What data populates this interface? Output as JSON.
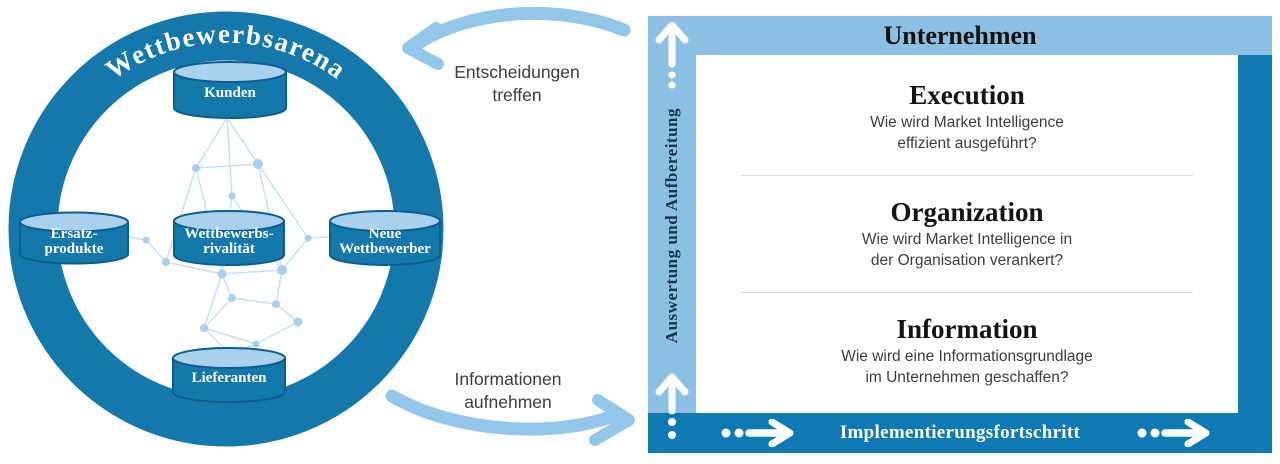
{
  "colors": {
    "dark_blue": "#1478ab",
    "frame_blue": "#0f79b3",
    "light_blue": "#8cc0e3",
    "arrow_blue": "#93c7ea",
    "cylinder_top_blue": "#a9d0ec",
    "network_line_blue": "#c8dfef",
    "navy_text": "#14334f",
    "body_text": "#3d3d3d"
  },
  "arena": {
    "title": "Wettbewerbsarena",
    "cylinders": {
      "kunden": {
        "label": "Kunden"
      },
      "ersatzprodukte": {
        "line1": "Ersatz-",
        "line2": "produkte"
      },
      "rivalitaet": {
        "line1": "Wettbewerbs-",
        "line2": "rivalität"
      },
      "neue_wettbewerber": {
        "line1": "Neue",
        "line2": "Wettbewerber"
      },
      "lieferanten": {
        "label": "Lieferanten"
      }
    }
  },
  "flows": {
    "decisions": {
      "line1": "Entscheidungen",
      "line2": "treffen"
    },
    "information": {
      "line1": "Informationen",
      "line2": "aufnehmen"
    }
  },
  "framework": {
    "title": "Unternehmen",
    "y_axis_label": "Auswertung und Aufbereitung",
    "x_axis_label": "Implementierungsfortschritt",
    "sections": [
      {
        "title": "Execution",
        "question_line1": "Wie wird Market Intelligence",
        "question_line2": "effizient ausgeführt?"
      },
      {
        "title": "Organization",
        "question_line1": "Wie wird Market Intelligence in",
        "question_line2": "der Organisation verankert?"
      },
      {
        "title": "Information",
        "question_line1": "Wie wird eine Informationsgrundlage",
        "question_line2": "im Unternehmen geschaffen?"
      }
    ]
  }
}
